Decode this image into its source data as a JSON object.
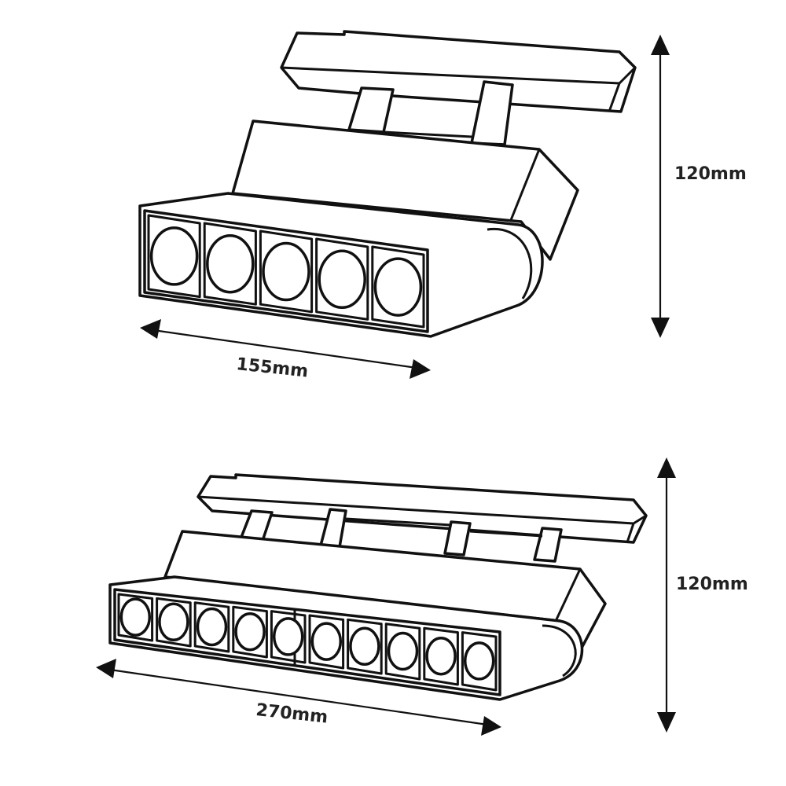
{
  "colors": {
    "line": "#111111",
    "background": "#ffffff",
    "label": "#222222"
  },
  "products": [
    {
      "name": "",
      "lens_count": 5,
      "width_label": "155mm",
      "height_label": "120mm"
    },
    {
      "name": "",
      "lens_count": 10,
      "width_label": "270mm",
      "height_label": "120mm"
    }
  ]
}
